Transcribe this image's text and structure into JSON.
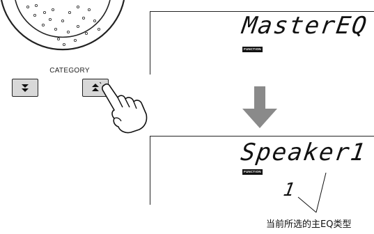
{
  "dial": {
    "icon": "dial-icon"
  },
  "category": {
    "label": "CATEGORY",
    "down_button": {
      "icon": "double-chevron-down-icon"
    },
    "up_button": {
      "icon": "double-chevron-up-icon"
    }
  },
  "hand": {
    "icon": "pointing-hand-icon"
  },
  "screen_before": {
    "text": "MasterEQ",
    "badge": "FUNCTION"
  },
  "transition": {
    "icon": "arrow-down-icon",
    "color": "#8a8a8a"
  },
  "screen_after": {
    "text": "Speaker1",
    "badge": "FUNCTION",
    "value": "1"
  },
  "caption": "当前所选的主EQ类型"
}
